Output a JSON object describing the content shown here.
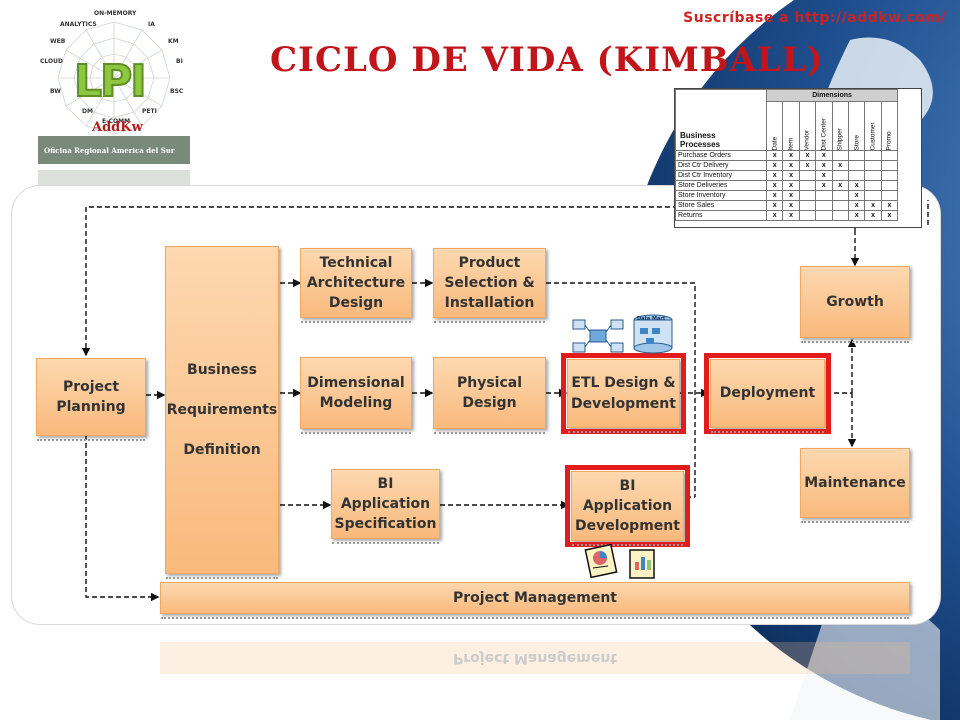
{
  "header": {
    "subscribe_text": "Suscríbase a http://addkw.com/",
    "title": "CICLO DE VIDA (KIMBALL)"
  },
  "logo": {
    "spokes": [
      "ON-MEMORY",
      "ANALYTICS",
      "IA",
      "WEB",
      "KM",
      "CLOUD",
      "BI",
      "BW",
      "BSC",
      "DM",
      "PETI",
      "E-COMM"
    ],
    "big_letters": "LPI",
    "brand": "AddKw",
    "caption": "Oficina Regional America del Sur"
  },
  "diagram": {
    "project_planning": "Project\nPlanning",
    "business_requirements": [
      "Business",
      "Requirements",
      "Definition"
    ],
    "technical_architecture": "Technical\nArchitecture\nDesign",
    "product_selection": "Product\nSelection &\nInstallation",
    "dimensional_modeling": "Dimensional\nModeling",
    "physical_design": "Physical\nDesign",
    "etl_design": "ETL Design &\nDevelopment",
    "deployment": "Deployment",
    "growth": "Growth",
    "maintenance": "Maintenance",
    "bi_app_spec": "BI\nApplication\nSpecification",
    "bi_app_dev": "BI\nApplication\nDevelopment",
    "project_management": "Project Management",
    "data_mart_label": "Data Mart"
  },
  "matrix": {
    "header": "Dimensions",
    "row_header": "Business\nProcesses",
    "columns": [
      "Date",
      "Item",
      "Vendor",
      "Dist Center",
      "Shipper",
      "Store",
      "Customer",
      "Promo"
    ],
    "rows": [
      {
        "label": "Purchase Orders",
        "marks": [
          "x",
          "x",
          "x",
          "x",
          "",
          "",
          "",
          ""
        ]
      },
      {
        "label": "Dist Ctr Delivery",
        "marks": [
          "x",
          "x",
          "x",
          "x",
          "x",
          "",
          "",
          ""
        ]
      },
      {
        "label": "Dist Ctr Inventory",
        "marks": [
          "x",
          "x",
          "",
          "x",
          "",
          "",
          "",
          ""
        ]
      },
      {
        "label": "Store Deliveries",
        "marks": [
          "x",
          "x",
          "",
          "x",
          "x",
          "x",
          "",
          ""
        ]
      },
      {
        "label": "Store Inventory",
        "marks": [
          "x",
          "x",
          "",
          "",
          "",
          "x",
          "",
          ""
        ]
      },
      {
        "label": "Store Sales",
        "marks": [
          "x",
          "x",
          "",
          "",
          "",
          "x",
          "x",
          "x"
        ]
      },
      {
        "label": "Returns",
        "marks": [
          "x",
          "x",
          "",
          "",
          "",
          "x",
          "x",
          "x"
        ]
      }
    ]
  },
  "colors": {
    "title": "#c0161b",
    "box_fill": "#f9b97c",
    "highlight": "#e21b1b",
    "logo_green": "#8dc63f"
  }
}
